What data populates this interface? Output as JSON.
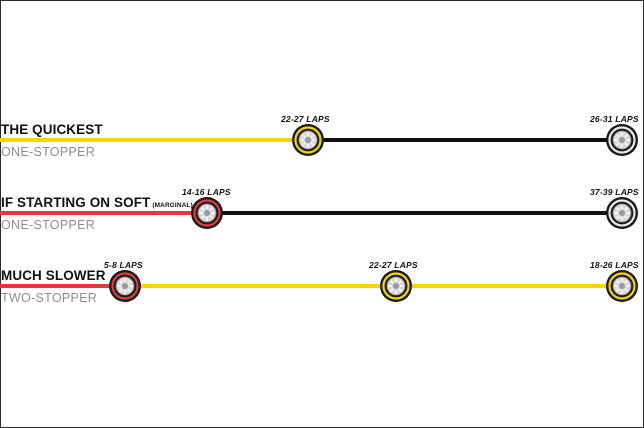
{
  "colors": {
    "soft": "#e03a3e",
    "medium": "#f6d600",
    "hard": "#111111"
  },
  "strategies": [
    {
      "title": "THE QUICKEST",
      "note": "",
      "subtitle": "ONE-STOPPER",
      "stints": [
        {
          "compound": "medium",
          "laps": "22-27 LAPS"
        },
        {
          "compound": "hard",
          "laps": "26-31 LAPS"
        }
      ]
    },
    {
      "title": "IF STARTING ON SOFT",
      "note": "(MARGINAL)",
      "subtitle": "ONE-STOPPER",
      "stints": [
        {
          "compound": "soft",
          "laps": "14-16 LAPS"
        },
        {
          "compound": "hard",
          "laps": "37-39 LAPS"
        }
      ]
    },
    {
      "title": "MUCH SLOWER",
      "note": "",
      "subtitle": "TWO-STOPPER",
      "stints": [
        {
          "compound": "soft",
          "laps": "5-8 LAPS"
        },
        {
          "compound": "medium",
          "laps": "22-27 LAPS"
        },
        {
          "compound": "medium",
          "laps": "18-26 LAPS"
        }
      ]
    }
  ]
}
